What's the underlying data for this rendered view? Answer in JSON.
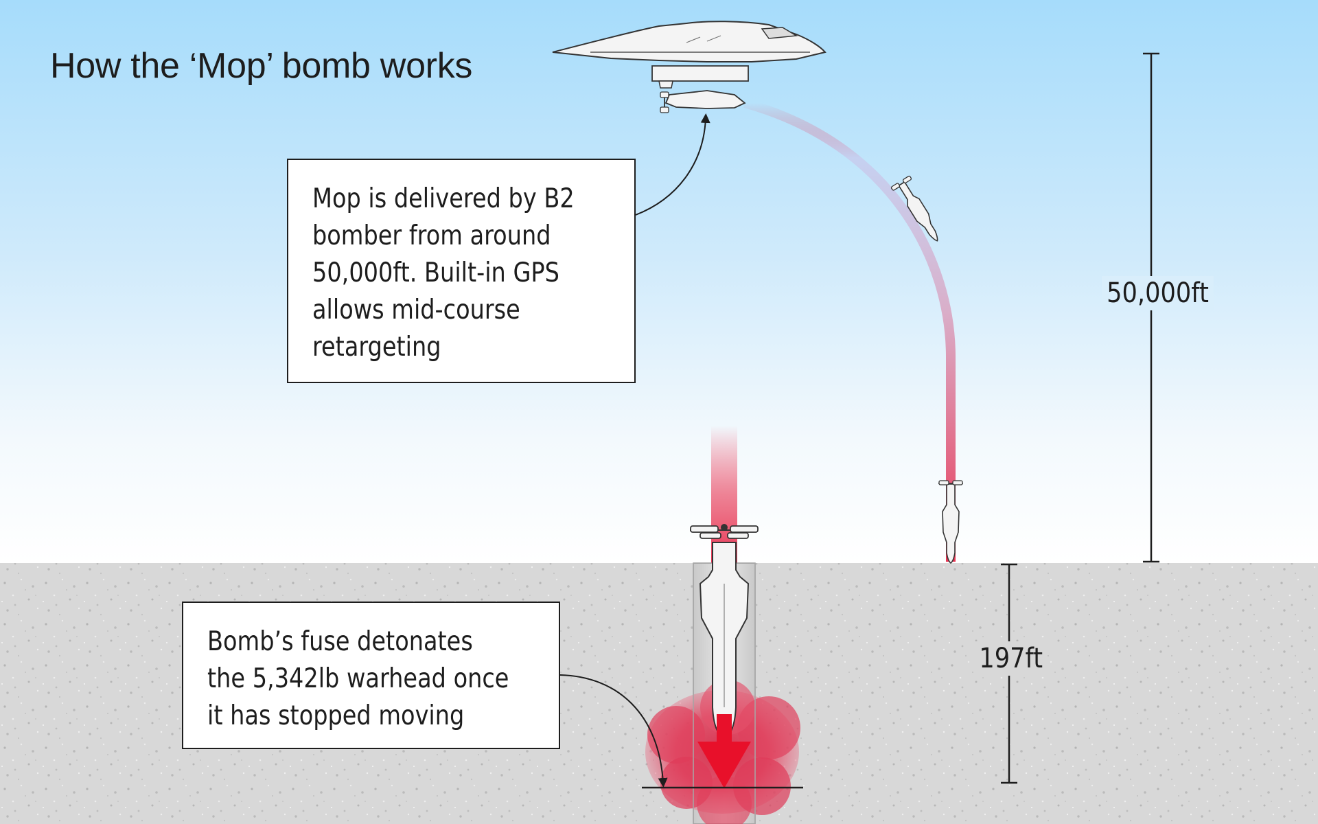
{
  "title": "How the ‘Mop’ bomb works",
  "callouts": {
    "delivery": "Mop is delivered by B2\nbomber from around\n50,000ft. Built-in GPS\nallows mid-course\nretargeting",
    "detonation": "Bomb’s fuse detonates\nthe 5,342lb warhead once\nit has stopped moving"
  },
  "measurements": {
    "altitude": "50,000ft",
    "depth": "197ft"
  },
  "colors": {
    "sky_top": "#a6dcfb",
    "sky_bottom": "#ffffff",
    "ground": "#d8d8d8",
    "trail": "#e83352",
    "blast": "#e0304f",
    "arrow": "#e8102a",
    "ink": "#1d1d1d"
  }
}
